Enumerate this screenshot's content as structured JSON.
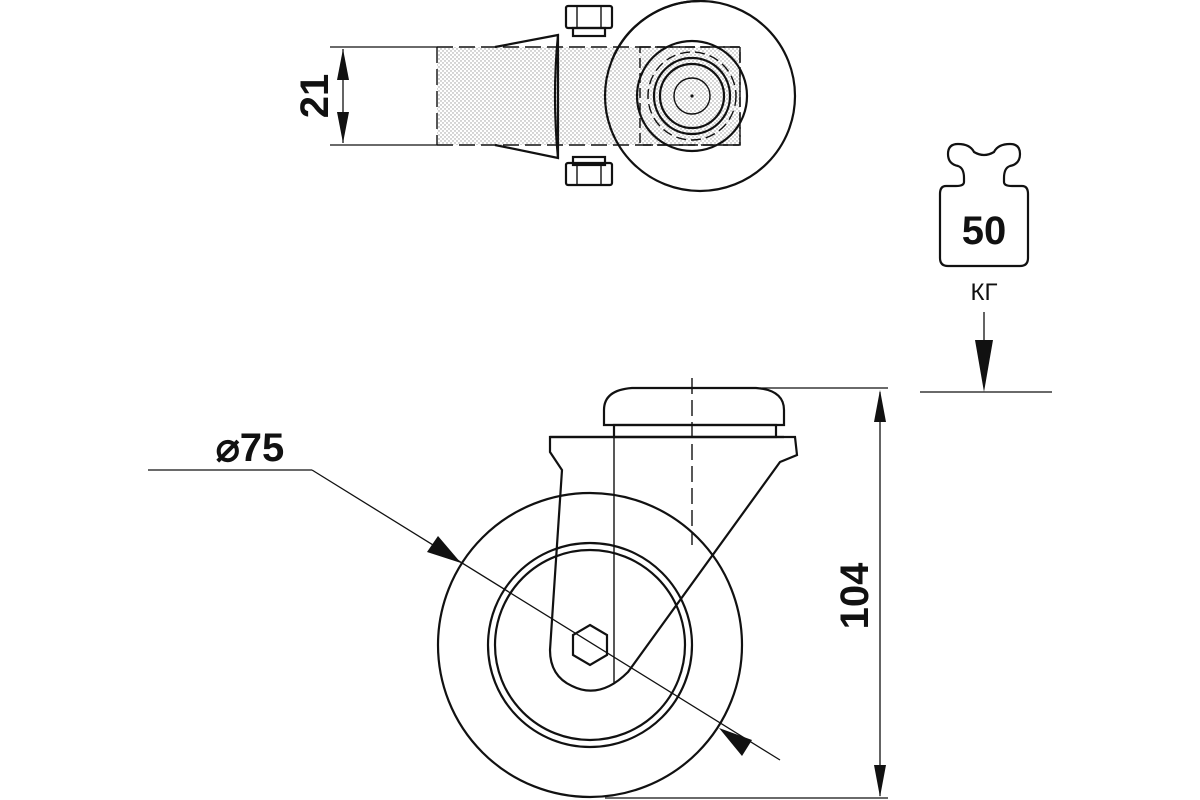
{
  "dimensions": {
    "width_label": "21",
    "diameter_label": "⌀75",
    "height_label": "104"
  },
  "load": {
    "value": "50",
    "unit": "КГ"
  }
}
